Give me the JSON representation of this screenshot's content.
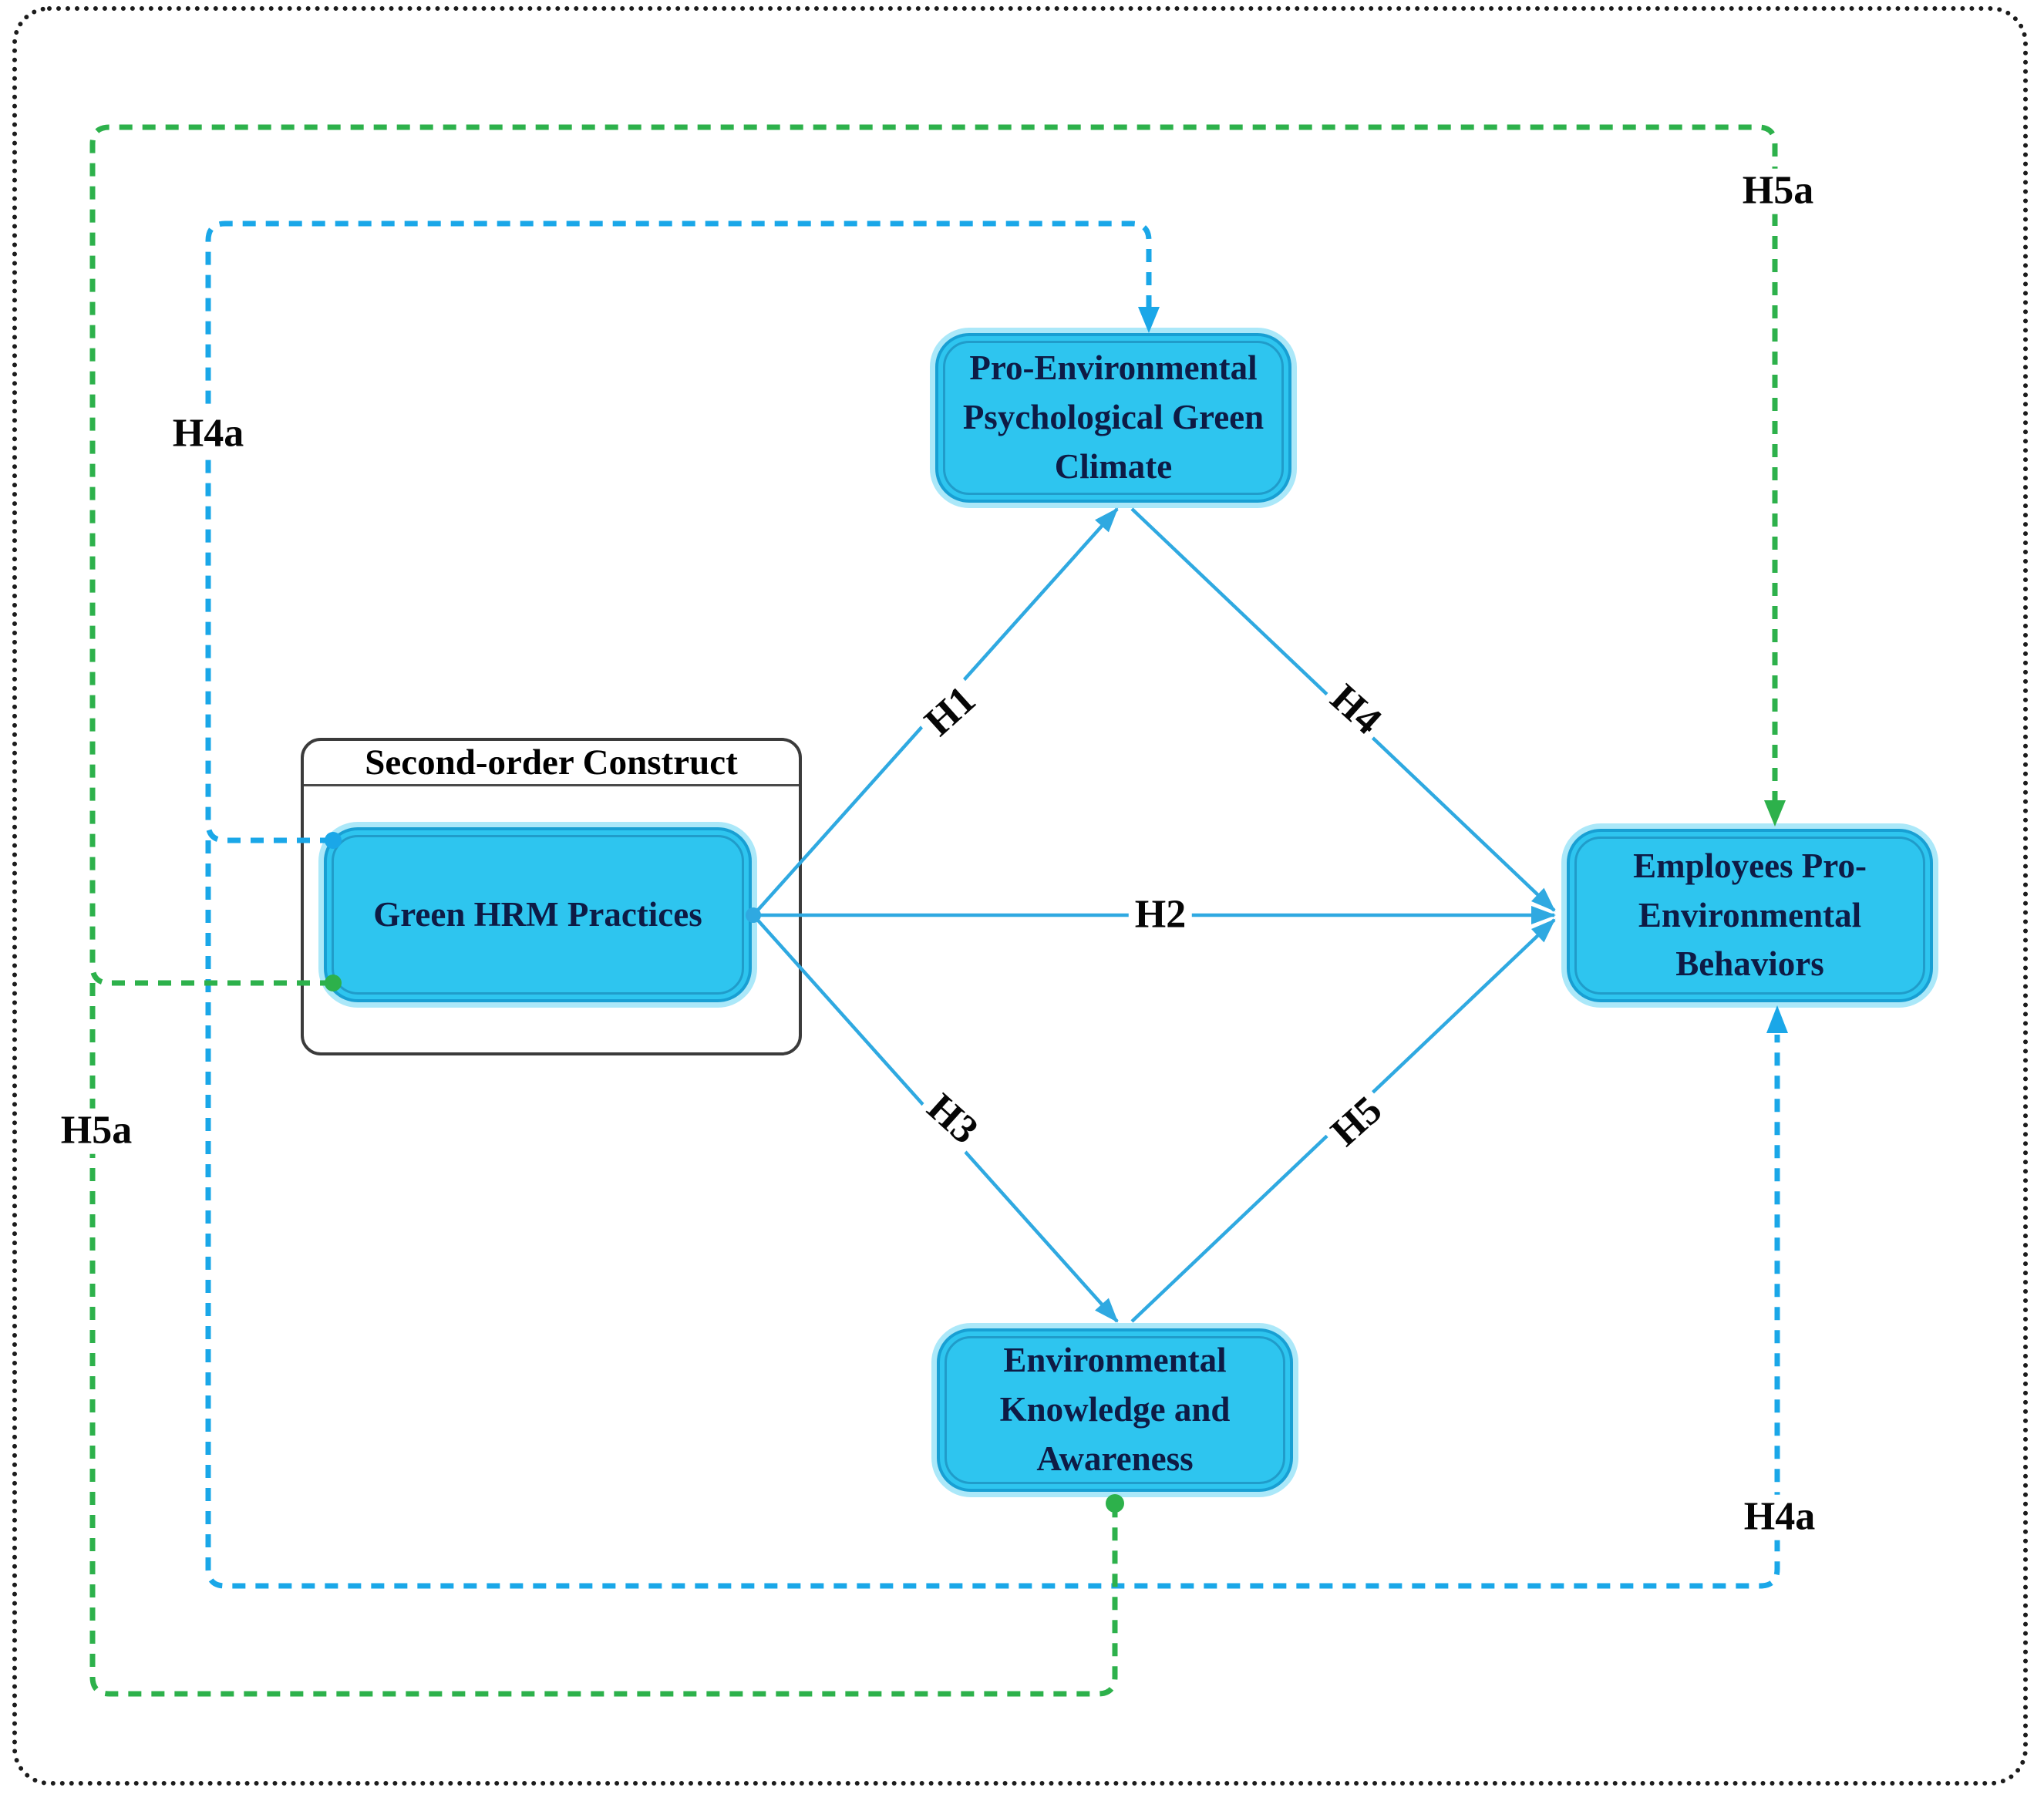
{
  "diagram": {
    "container": {
      "title": "Second-order Construct"
    },
    "nodes": {
      "pepgc": {
        "label": "Pro-Environmental Psychological Green Climate"
      },
      "ghrm": {
        "label": "Green HRM Practices"
      },
      "epeb": {
        "label": "Employees Pro-Environmental Behaviors"
      },
      "eka": {
        "label": "Environmental Knowledge and Awareness"
      }
    },
    "edge_labels": {
      "h1": "H1",
      "h2": "H2",
      "h3": "H3",
      "h4": "H4",
      "h5": "H5",
      "h4a_top_left": "H4a",
      "h4a_bottom_right": "H4a",
      "h5a_top_right": "H5a",
      "h5a_left": "H5a"
    },
    "edges": [
      {
        "id": "H1",
        "from": "Green HRM Practices",
        "to": "Pro-Environmental Psychological Green Climate",
        "style": "solid",
        "color": "#2FA9E1"
      },
      {
        "id": "H2",
        "from": "Green HRM Practices",
        "to": "Employees Pro-Environmental Behaviors",
        "style": "solid",
        "color": "#2FA9E1"
      },
      {
        "id": "H3",
        "from": "Green HRM Practices",
        "to": "Environmental Knowledge and Awareness",
        "style": "solid",
        "color": "#2FA9E1"
      },
      {
        "id": "H4",
        "from": "Pro-Environmental Psychological Green Climate",
        "to": "Employees Pro-Environmental Behaviors",
        "style": "solid",
        "color": "#2FA9E1"
      },
      {
        "id": "H5",
        "from": "Environmental Knowledge and Awareness",
        "to": "Employees Pro-Environmental Behaviors",
        "style": "solid",
        "color": "#2FA9E1"
      },
      {
        "id": "H4a",
        "from": "Green HRM Practices",
        "to": "Pro-Environmental Psychological Green Climate / Employees Pro-Environmental Behaviors",
        "style": "dashed",
        "color": "#1AA7E8"
      },
      {
        "id": "H5a",
        "from": "Green HRM Practices / Environmental Knowledge and Awareness",
        "to": "Employees Pro-Environmental Behaviors",
        "style": "dashed",
        "color": "#2DB14B"
      }
    ],
    "colors": {
      "node_fill": "#2EC5EF",
      "node_border": "#189FD3",
      "node_text": "#0E1B45",
      "solid_arrow": "#2FA9E1",
      "dashed_blue": "#1AA7E8",
      "dashed_green": "#2DB14B",
      "frame_dots": "#1C1C1C"
    }
  }
}
